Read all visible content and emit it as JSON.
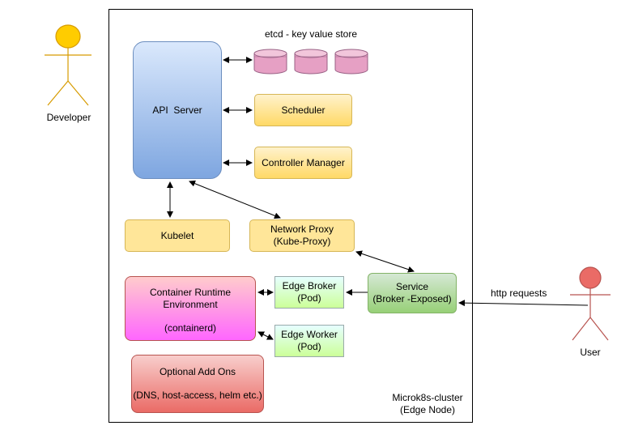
{
  "actors": {
    "developer": "Developer",
    "user": "User"
  },
  "cluster": {
    "line1": "Microk8s-cluster",
    "line2": "(Edge Node)"
  },
  "etcd_label": "etcd - key value store",
  "api_server": "API  Server",
  "scheduler": "Scheduler",
  "controller_manager": "Controller Manager",
  "kubelet": "Kubelet",
  "network_proxy": {
    "line1": "Network Proxy",
    "line2": "(Kube-Proxy)"
  },
  "service": {
    "line1": "Service",
    "line2": "(Broker -Exposed)"
  },
  "edge_broker": {
    "line1": "Edge Broker",
    "line2": "(Pod)"
  },
  "edge_worker": {
    "line1": "Edge Worker",
    "line2": "(Pod)"
  },
  "container_runtime": {
    "line1": "Container Runtime",
    "line2": "Environment",
    "line3": "(containerd)"
  },
  "addons": {
    "line1": "Optional Add Ons",
    "line2": "(DNS, host-access, helm etc.)"
  },
  "http_requests": "http requests",
  "colors": {
    "developer_fill": "#ffcc00",
    "developer_stroke": "#d79b00",
    "user_fill": "#ea6b66",
    "user_stroke": "#b85450",
    "etcd_fill": "#e6a0c4",
    "etcd_stroke": "#996185"
  },
  "icons": [
    "stick-figure-icon",
    "database-cylinder-icon"
  ]
}
